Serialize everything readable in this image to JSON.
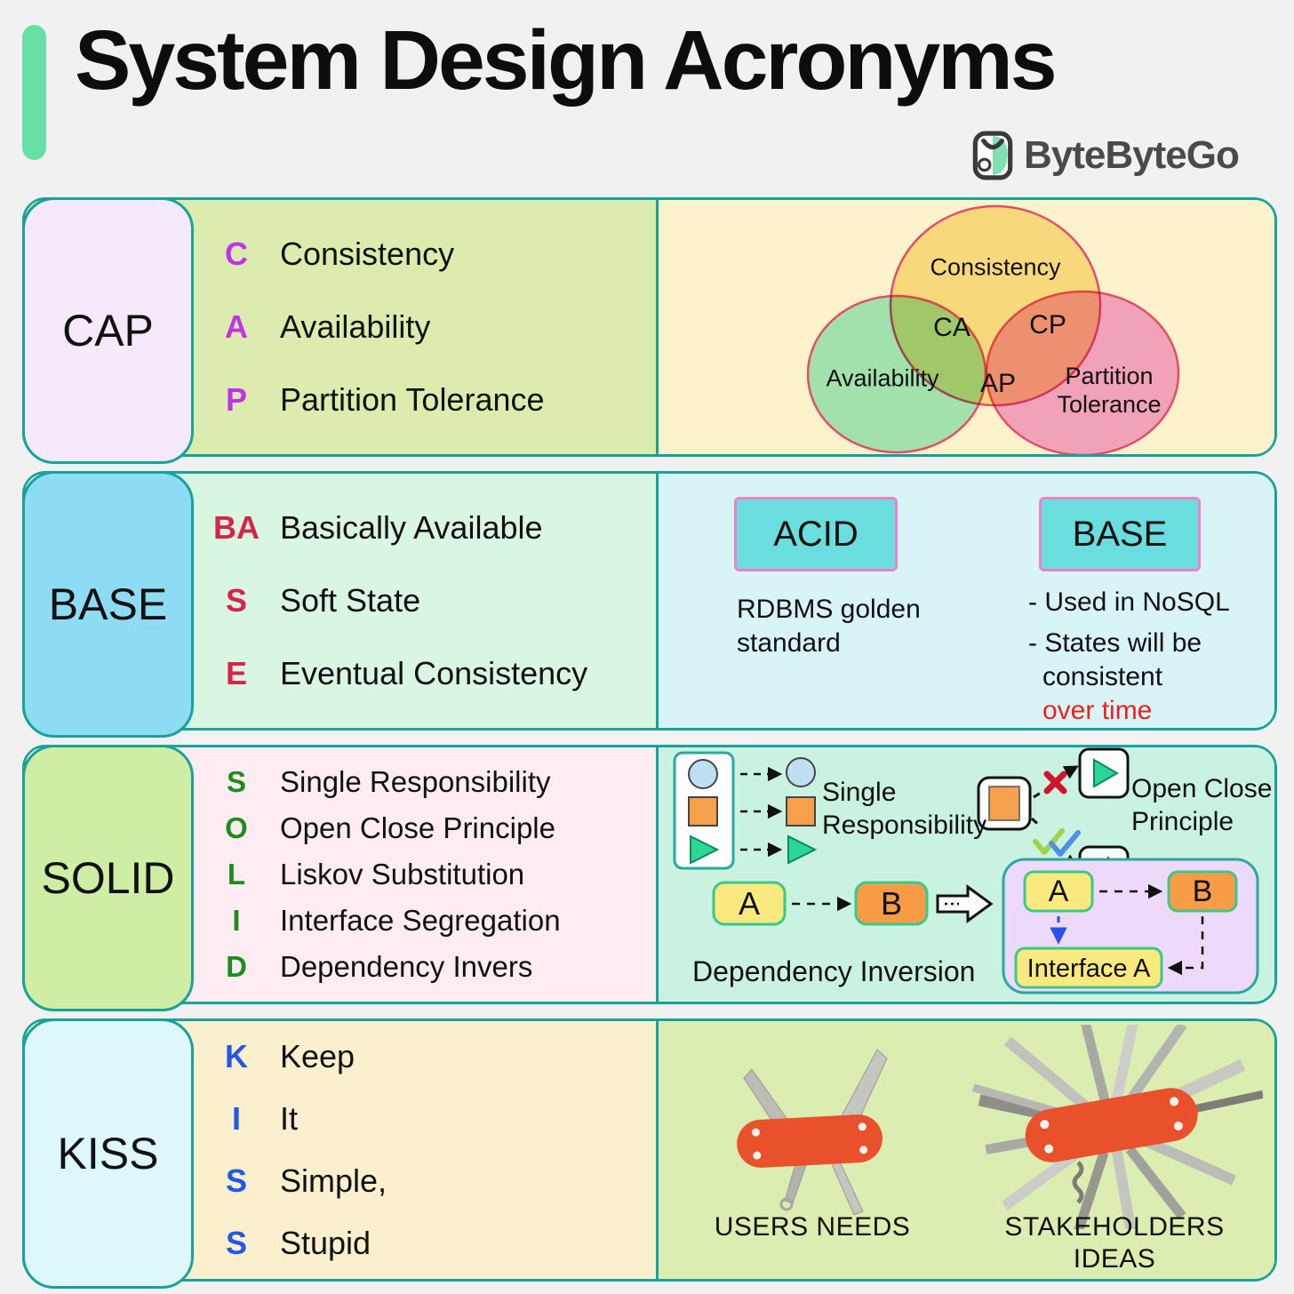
{
  "header": {
    "title": "System Design Acronyms",
    "brand": "ByteByteGo"
  },
  "colors": {
    "page_background": "#f1f1f1",
    "accent_green": "#68dfa7",
    "row_border_teal": "#17a39a",
    "cap_letter": "#c332ea",
    "base_letter": "#d6244f",
    "solid_letter": "#1f8c1f",
    "kiss_letter": "#2257e8",
    "highlight_red": "#e8231f",
    "tag_fill": "#6adede",
    "tag_border": "#f080c8",
    "knife_red": "#e8512b"
  },
  "rows": [
    {
      "acronym": "CAP",
      "items": [
        {
          "k": "C",
          "v": "Consistency"
        },
        {
          "k": "A",
          "v": "Availability"
        },
        {
          "k": "P",
          "v": "Partition Tolerance"
        }
      ]
    },
    {
      "acronym": "BASE",
      "items": [
        {
          "k": "BA",
          "v": "Basically Available"
        },
        {
          "k": "S",
          "v": "Soft State"
        },
        {
          "k": "E",
          "v": "Eventual Consistency"
        }
      ]
    },
    {
      "acronym": "SOLID",
      "items": [
        {
          "k": "S",
          "v": "Single Responsibility"
        },
        {
          "k": "O",
          "v": "Open Close Principle"
        },
        {
          "k": "L",
          "v": "Liskov Substitution"
        },
        {
          "k": "I",
          "v": "Interface Segregation"
        },
        {
          "k": "D",
          "v": "Dependency Invers"
        }
      ]
    },
    {
      "acronym": "KISS",
      "items": [
        {
          "k": "K",
          "v": "Keep"
        },
        {
          "k": "I",
          "v": "It"
        },
        {
          "k": "S",
          "v": "Simple,"
        },
        {
          "k": "S",
          "v": "Stupid"
        }
      ]
    }
  ],
  "venn": {
    "top": "Consistency",
    "left": "Availability",
    "right_line1": "Partition",
    "right_line2": "Tolerance",
    "ca": "CA",
    "cp": "CP",
    "ap": "AP"
  },
  "base_panel": {
    "acid": "ACID",
    "base": "BASE",
    "acid_note1": "RDBMS golden",
    "acid_note2": "standard",
    "note1": "- Used in NoSQL",
    "note2a": "- States will be",
    "note2b": "consistent",
    "note2c": "over time"
  },
  "solid_panel": {
    "sr1": "Single",
    "sr2": "Responsibility",
    "ocp1": "Open Close",
    "ocp2": "Principle",
    "di": "Dependency Inversion",
    "a": "A",
    "b": "B",
    "ia": "Interface A"
  },
  "kiss_panel": {
    "left_caption": "USERS NEEDS",
    "right_caption1": "STAKEHOLDERS",
    "right_caption2": "IDEAS"
  }
}
